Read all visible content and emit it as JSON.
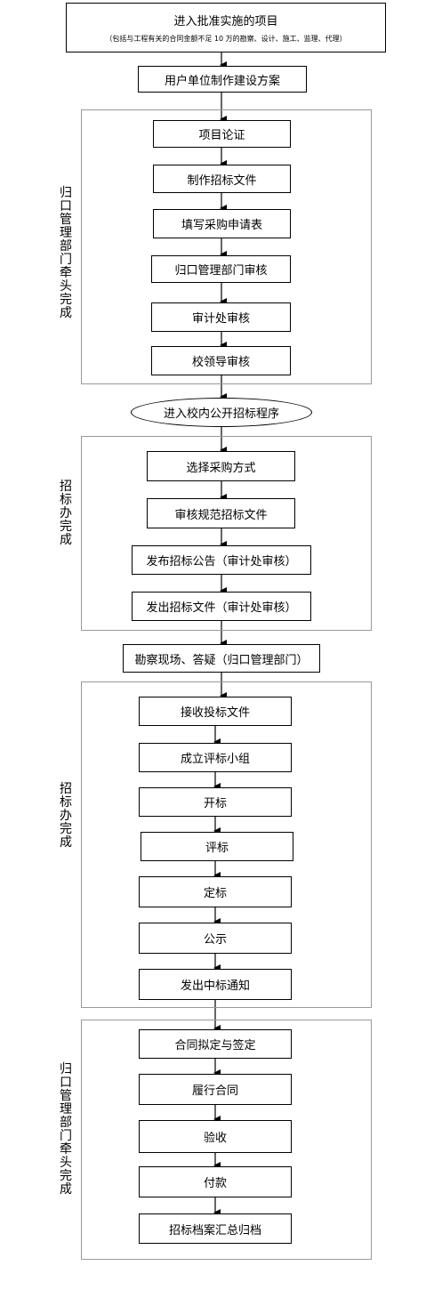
{
  "top": {
    "title": "进入批准实施的项目",
    "note": "（包括与工程有关的合同金额不足 10 万的勘察、设计、施工、监理、代理）"
  },
  "plan": "用户单位制作建设方案",
  "group1": {
    "label": "归口管理部门牵头完成",
    "steps": [
      "项目论证",
      "制作招标文件",
      "填写采购申请表",
      "归口管理部门审核",
      "审计处审核",
      "校领导审核"
    ]
  },
  "oval": "进入校内公开招标程序",
  "group2": {
    "label": "招标办完成",
    "steps": [
      "选择采购方式",
      "审核规范招标文件",
      "发布招标公告（审计处审核）",
      "发出招标文件（审计处审核）"
    ]
  },
  "survey": "勘察现场、答疑（归口管理部门）",
  "group3": {
    "label": "招标办完成",
    "steps": [
      "接收投标文件",
      "成立评标小组",
      "开标",
      "评标",
      "定标",
      "公示",
      "发出中标通知"
    ]
  },
  "group4": {
    "label": "归口管理部门牵头完成",
    "steps": [
      "合同拟定与签定",
      "履行合同",
      "验收",
      "付款",
      "招标档案汇总归档"
    ]
  }
}
